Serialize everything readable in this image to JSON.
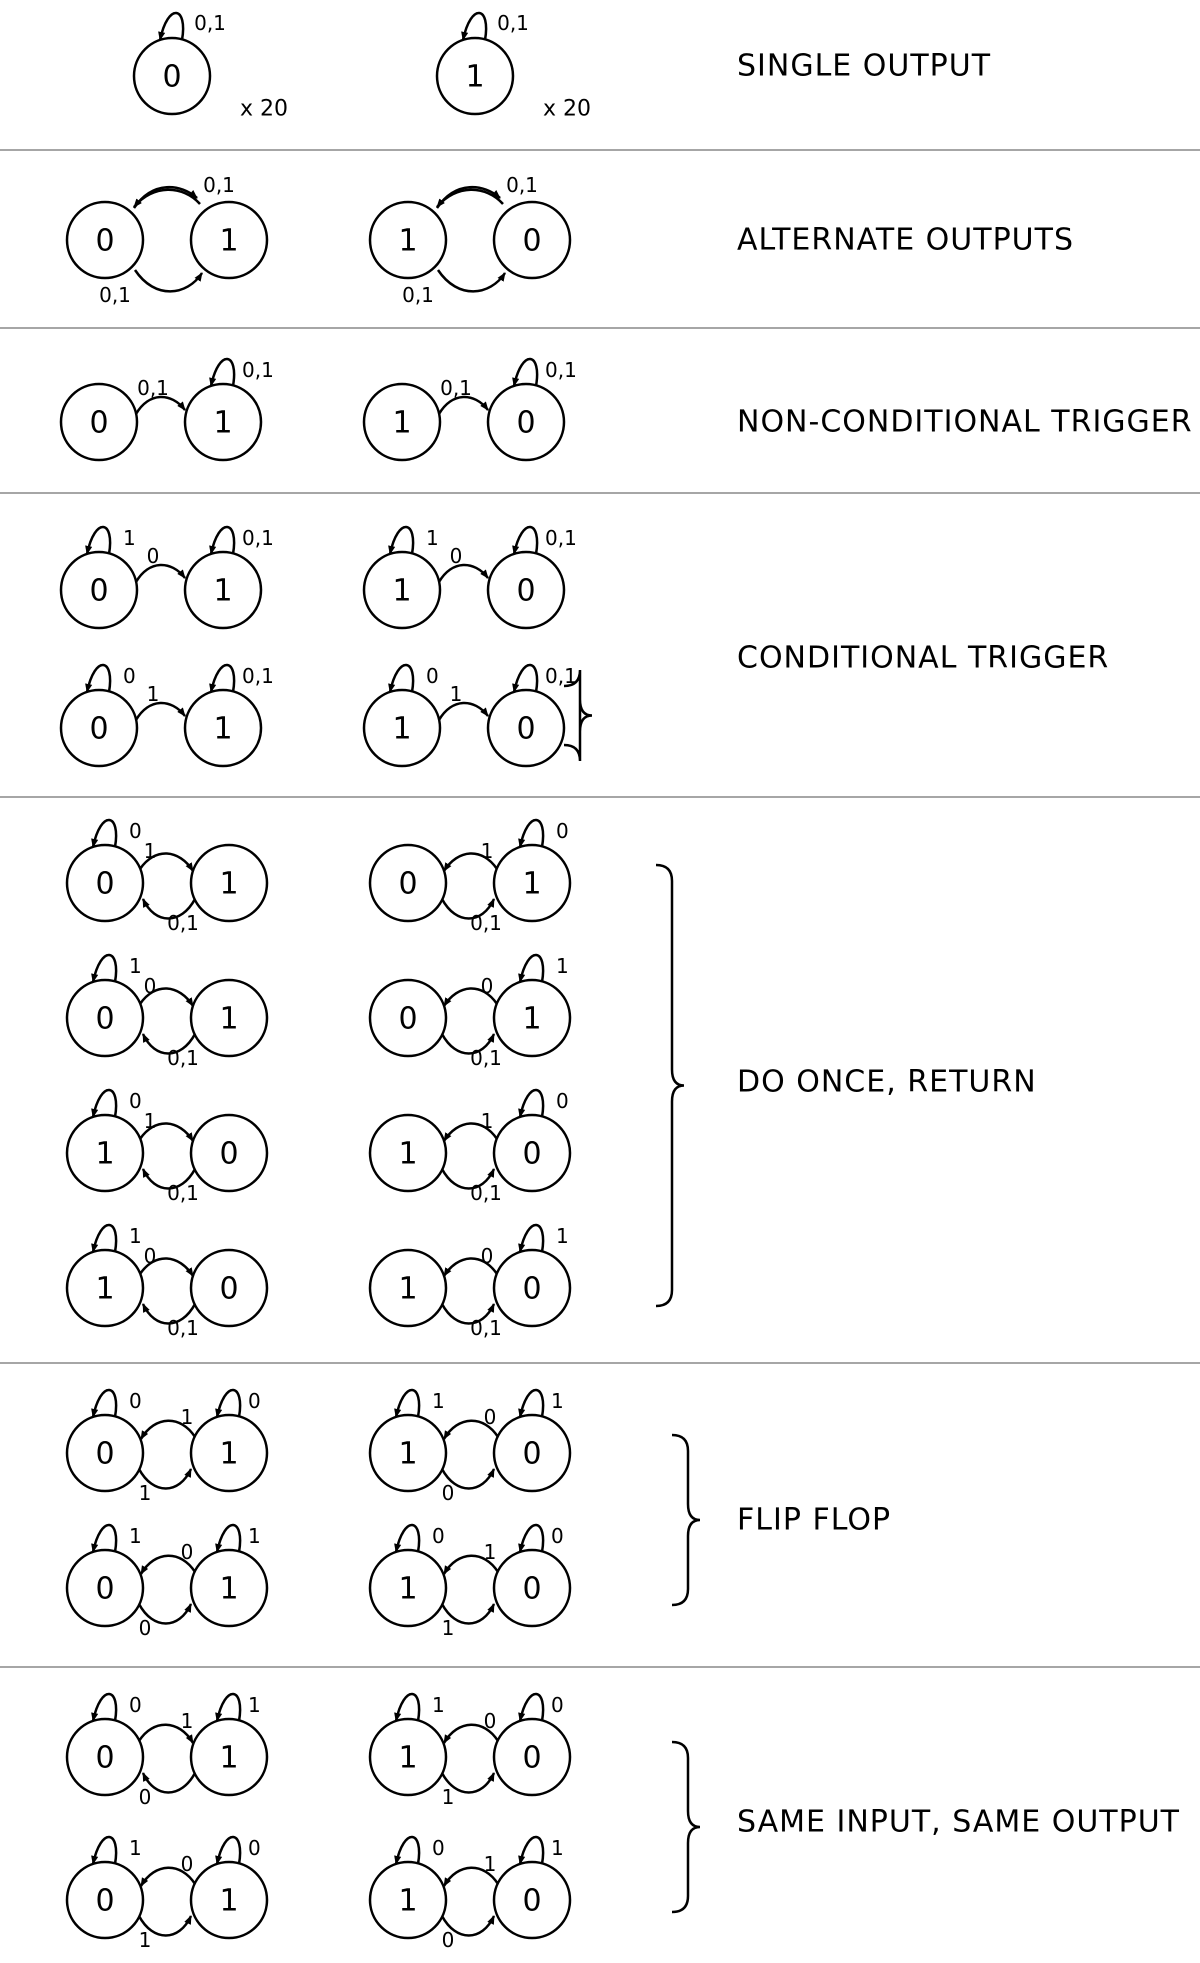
{
  "sections": [
    {
      "title": "SINGLE OUTPUT",
      "brace": false,
      "machines": [
        {
          "type": "single",
          "a": "0",
          "la": "0,1",
          "count": "x 20"
        },
        {
          "type": "single",
          "a": "1",
          "la": "0,1",
          "count": "x 20"
        }
      ]
    },
    {
      "title": "ALTERNATE OUTPUTS",
      "brace": false,
      "machines": [
        {
          "type": "alt",
          "a": "0",
          "b": "1",
          "ltop": "0,1",
          "lbot": "0,1"
        },
        {
          "type": "alt",
          "a": "1",
          "b": "0",
          "ltop": "0,1",
          "lbot": "0,1"
        }
      ]
    },
    {
      "title": "NON-CONDITIONAL TRIGGER",
      "brace": false,
      "machines": [
        {
          "type": "trig",
          "a": "0",
          "b": "1",
          "lab": "0,1",
          "lb": "0,1"
        },
        {
          "type": "trig",
          "a": "1",
          "b": "0",
          "lab": "0,1",
          "lb": "0,1"
        }
      ]
    },
    {
      "title": "CONDITIONAL TRIGGER",
      "brace": true,
      "machines": [
        {
          "type": "trig",
          "a": "0",
          "b": "1",
          "la": "1",
          "lab": "0",
          "lb": "0,1"
        },
        {
          "type": "trig",
          "a": "1",
          "b": "0",
          "la": "1",
          "lab": "0",
          "lb": "0,1"
        },
        {
          "type": "trig",
          "a": "0",
          "b": "1",
          "la": "0",
          "lab": "1",
          "lb": "0,1"
        },
        {
          "type": "trig",
          "a": "1",
          "b": "0",
          "la": "0",
          "lab": "1",
          "lb": "0,1"
        }
      ]
    },
    {
      "title": "DO ONCE, RETURN",
      "brace": true,
      "machines": [
        {
          "type": "ret",
          "dir": "right",
          "a": "0",
          "b": "1",
          "lloop": "0",
          "lfwd": "1",
          "lback": "0,1"
        },
        {
          "type": "ret",
          "dir": "left",
          "a": "0",
          "b": "1",
          "lloop": "0",
          "lfwd": "1",
          "lback": "0,1"
        },
        {
          "type": "ret",
          "dir": "right",
          "a": "0",
          "b": "1",
          "lloop": "1",
          "lfwd": "0",
          "lback": "0,1"
        },
        {
          "type": "ret",
          "dir": "left",
          "a": "0",
          "b": "1",
          "lloop": "1",
          "lfwd": "0",
          "lback": "0,1"
        },
        {
          "type": "ret",
          "dir": "right",
          "a": "1",
          "b": "0",
          "lloop": "0",
          "lfwd": "1",
          "lback": "0,1"
        },
        {
          "type": "ret",
          "dir": "left",
          "a": "1",
          "b": "0",
          "lloop": "0",
          "lfwd": "1",
          "lback": "0,1"
        },
        {
          "type": "ret",
          "dir": "right",
          "a": "1",
          "b": "0",
          "lloop": "1",
          "lfwd": "0",
          "lback": "0,1"
        },
        {
          "type": "ret",
          "dir": "left",
          "a": "1",
          "b": "0",
          "lloop": "1",
          "lfwd": "0",
          "lback": "0,1"
        }
      ]
    },
    {
      "title": "FLIP FLOP",
      "brace": true,
      "machines": [
        {
          "type": "ff",
          "dir": "b2a",
          "a": "0",
          "b": "1",
          "la": "0",
          "lb": "0",
          "ltop": "1",
          "lbot": "1"
        },
        {
          "type": "ff",
          "dir": "b2a",
          "a": "1",
          "b": "0",
          "la": "1",
          "lb": "1",
          "ltop": "0",
          "lbot": "0"
        },
        {
          "type": "ff",
          "dir": "b2a",
          "a": "0",
          "b": "1",
          "la": "1",
          "lb": "1",
          "ltop": "0",
          "lbot": "0"
        },
        {
          "type": "ff",
          "dir": "b2a",
          "a": "1",
          "b": "0",
          "la": "0",
          "lb": "0",
          "ltop": "1",
          "lbot": "1"
        }
      ]
    },
    {
      "title": "SAME INPUT, SAME OUTPUT",
      "brace": true,
      "machines": [
        {
          "type": "ff",
          "dir": "a2b",
          "a": "0",
          "b": "1",
          "la": "0",
          "lb": "1",
          "ltop": "1",
          "lbot": "0"
        },
        {
          "type": "ff",
          "dir": "b2a",
          "a": "1",
          "b": "0",
          "la": "1",
          "lb": "0",
          "ltop": "0",
          "lbot": "1"
        },
        {
          "type": "ff",
          "dir": "b2a",
          "a": "0",
          "b": "1",
          "la": "1",
          "lb": "0",
          "ltop": "0",
          "lbot": "1"
        },
        {
          "type": "ff",
          "dir": "b2a",
          "a": "1",
          "b": "0",
          "la": "0",
          "lb": "1",
          "ltop": "1",
          "lbot": "0"
        }
      ]
    }
  ]
}
